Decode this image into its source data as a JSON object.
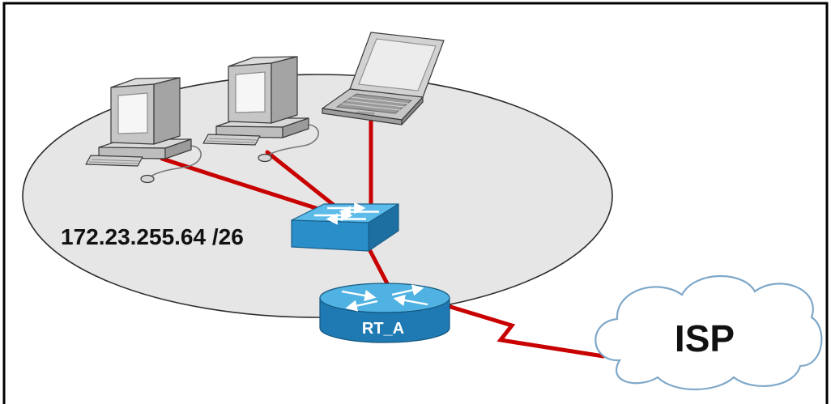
{
  "network": {
    "subnet_label": "172.23.255.64 /26",
    "router_label": "RT_A",
    "cloud_label": "ISP"
  },
  "colors": {
    "link": "#c80000",
    "lan_area": "#e6e6e6",
    "device_blue": "#2a8fc9",
    "device_blue_light": "#5cbbe8",
    "device_gray": "#c4c4c4"
  },
  "icons": {
    "pc": "desktop-pc-icon",
    "laptop": "laptop-icon",
    "switch": "switch-icon",
    "router": "router-icon",
    "cloud": "cloud-icon"
  }
}
